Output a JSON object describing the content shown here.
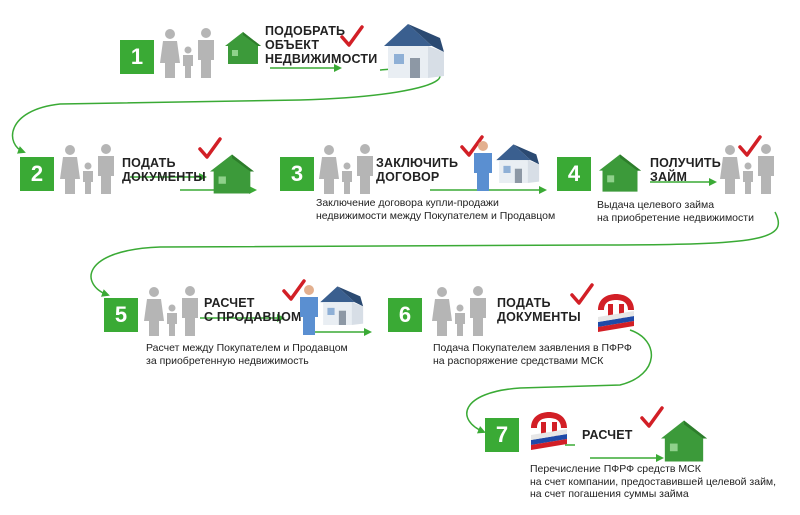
{
  "colors": {
    "accent_green": "#3aaa35",
    "house_green": "#3c9a3a",
    "check_red": "#d21f26",
    "people_gray": "#b5b5b5",
    "pfr_red": "#d21f26",
    "pfr_blue": "#1f4aa8"
  },
  "icons": [
    "family-icon",
    "green-house-icon",
    "blue-house-icon",
    "checkmark-icon",
    "person-icon",
    "pfr-logo-icon",
    "arrow-icon"
  ],
  "steps": [
    {
      "number": "1",
      "title": [
        "ПОДОБРАТЬ",
        "ОБЪЕКТ",
        "НЕДВИЖИМОСТИ"
      ],
      "description": []
    },
    {
      "number": "2",
      "title": [
        "ПОДАТЬ",
        "ДОКУМЕНТЫ"
      ],
      "description": []
    },
    {
      "number": "3",
      "title": [
        "ЗАКЛЮЧИТЬ",
        "ДОГОВОР"
      ],
      "description": [
        "Заключение договора купли-продажи",
        "недвижимости между Покупателем и Продавцом"
      ]
    },
    {
      "number": "4",
      "title": [
        "ПОЛУЧИТЬ",
        "ЗАЙМ"
      ],
      "description": [
        "Выдача целевого займа",
        "на приобретение недвижимости"
      ]
    },
    {
      "number": "5",
      "title": [
        "РАСЧЕТ",
        "С ПРОДАВЦОМ"
      ],
      "description": [
        "Расчет между Покупателем и Продавцом",
        "за приобретенную недвижимость"
      ]
    },
    {
      "number": "6",
      "title": [
        "ПОДАТЬ",
        "ДОКУМЕНТЫ"
      ],
      "description": [
        "Подача Покупателем заявления в ПФРФ",
        "на распоряжение средствами МСК"
      ]
    },
    {
      "number": "7",
      "title": [
        "РАСЧЕТ"
      ],
      "description": [
        "Перечисление ПФРФ средств МСК",
        "на счет компании, предоставившей целевой займ,",
        "на счет погашения суммы займа"
      ]
    }
  ]
}
